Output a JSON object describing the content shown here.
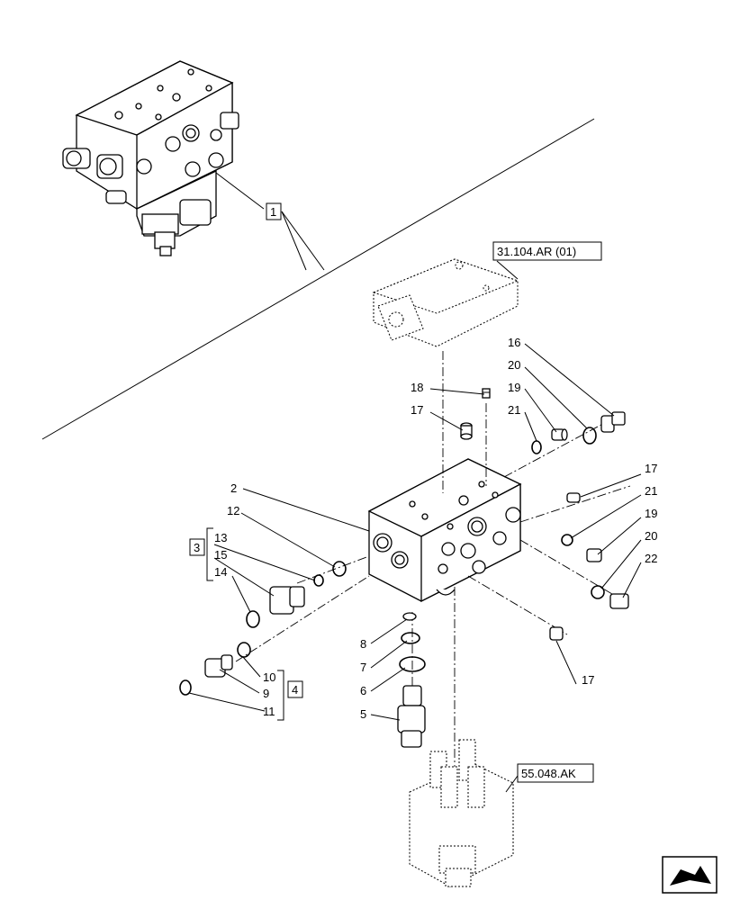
{
  "callouts": [
    {
      "id": "c1",
      "text": "1"
    },
    {
      "id": "c2",
      "text": "2"
    },
    {
      "id": "c3",
      "text": "3"
    },
    {
      "id": "c4",
      "text": "4"
    },
    {
      "id": "c5",
      "text": "5"
    },
    {
      "id": "c6",
      "text": "6"
    },
    {
      "id": "c7",
      "text": "7"
    },
    {
      "id": "c8",
      "text": "8"
    },
    {
      "id": "c9",
      "text": "9"
    },
    {
      "id": "c10",
      "text": "10"
    },
    {
      "id": "c11",
      "text": "11"
    },
    {
      "id": "c12",
      "text": "12"
    },
    {
      "id": "c13",
      "text": "13"
    },
    {
      "id": "c14",
      "text": "14"
    },
    {
      "id": "c15",
      "text": "15"
    },
    {
      "id": "c16",
      "text": "16"
    },
    {
      "id": "c17a",
      "text": "17"
    },
    {
      "id": "c17b",
      "text": "17"
    },
    {
      "id": "c17c",
      "text": "17"
    },
    {
      "id": "c18",
      "text": "18"
    },
    {
      "id": "c19a",
      "text": "19"
    },
    {
      "id": "c19b",
      "text": "19"
    },
    {
      "id": "c20a",
      "text": "20"
    },
    {
      "id": "c20b",
      "text": "20"
    },
    {
      "id": "c21a",
      "text": "21"
    },
    {
      "id": "c21b",
      "text": "21"
    },
    {
      "id": "c22",
      "text": "22"
    }
  ],
  "references": {
    "top": "31.104.AR (01)",
    "bottom": "55.048.AK"
  },
  "nav_icon": "next-page-arrow-icon"
}
